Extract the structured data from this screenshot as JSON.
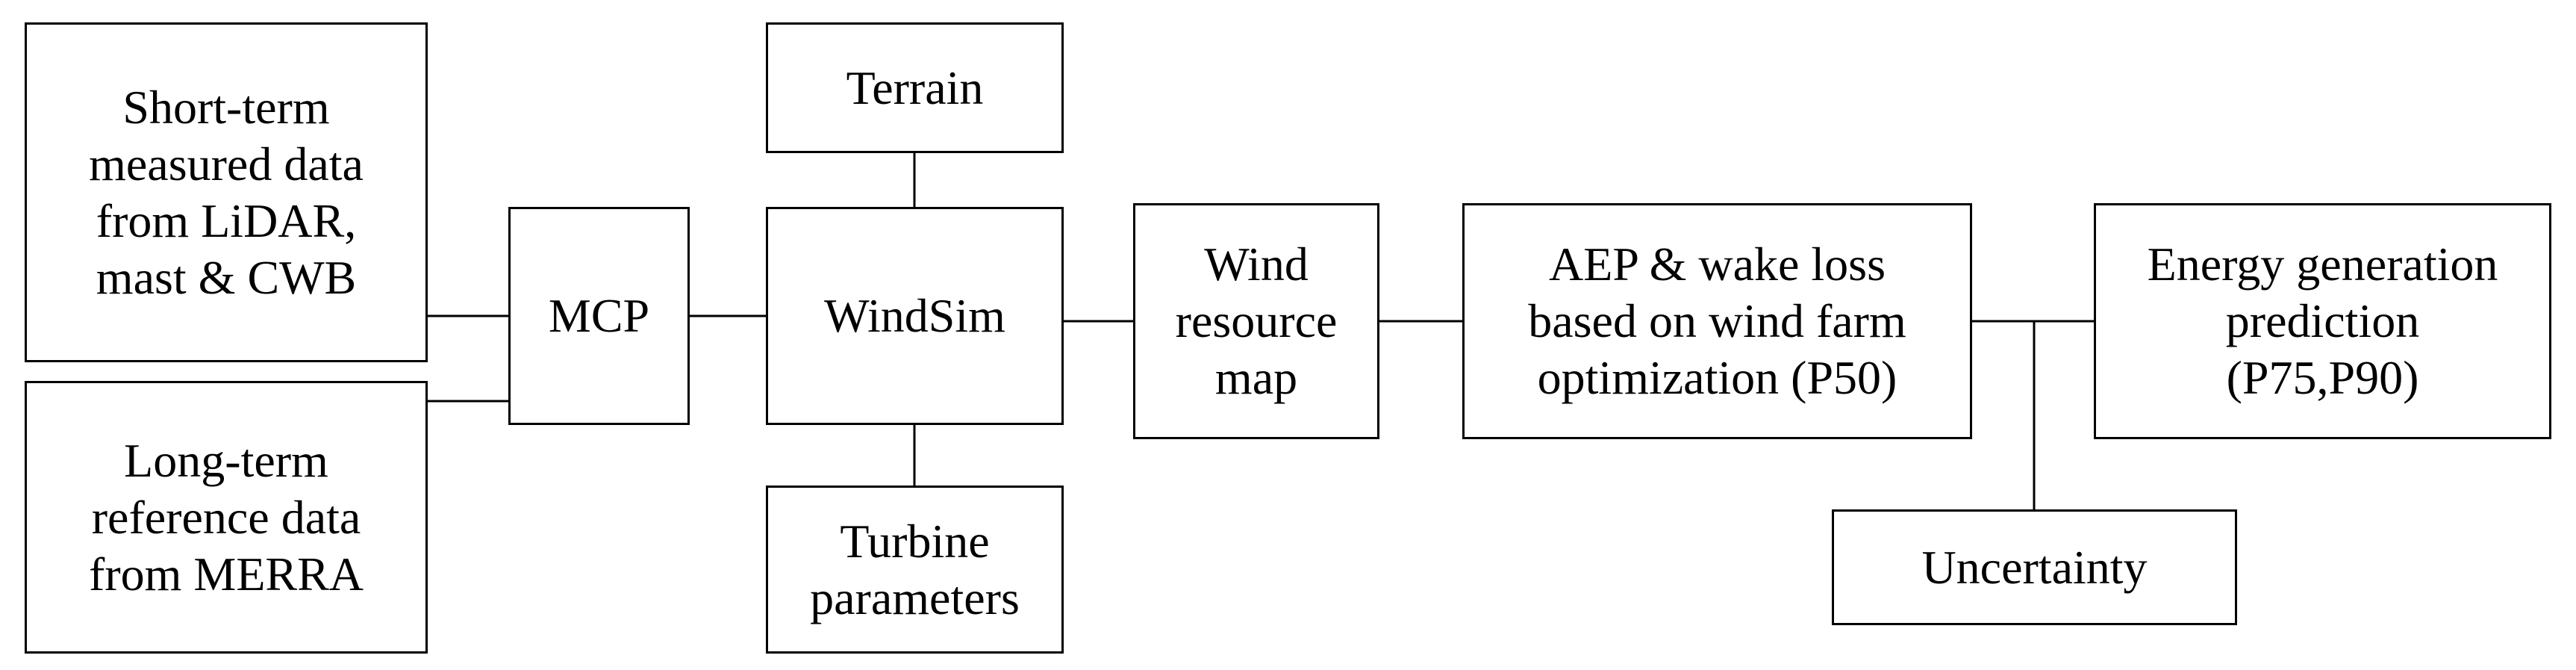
{
  "diagram": {
    "nodes": [
      {
        "id": "short-term",
        "label": "Short-term\nmeasured data\nfrom LiDAR,\nmast & CWB"
      },
      {
        "id": "long-term",
        "label": "Long-term\nreference data\nfrom MERRA"
      },
      {
        "id": "mcp",
        "label": "MCP"
      },
      {
        "id": "terrain",
        "label": "Terrain"
      },
      {
        "id": "windsim",
        "label": "WindSim"
      },
      {
        "id": "turbine",
        "label": "Turbine\nparameters"
      },
      {
        "id": "wind-map",
        "label": "Wind\nresource\nmap"
      },
      {
        "id": "aep",
        "label": "AEP & wake loss\nbased on wind farm\noptimization (P50)"
      },
      {
        "id": "uncertainty",
        "label": "Uncertainty"
      },
      {
        "id": "energy",
        "label": "Energy generation\nprediction\n(P75,P90)"
      }
    ],
    "edges": [
      {
        "from": "short-term",
        "to": "mcp"
      },
      {
        "from": "long-term",
        "to": "mcp"
      },
      {
        "from": "mcp",
        "to": "windsim"
      },
      {
        "from": "terrain",
        "to": "windsim"
      },
      {
        "from": "turbine",
        "to": "windsim"
      },
      {
        "from": "windsim",
        "to": "wind-map"
      },
      {
        "from": "wind-map",
        "to": "aep"
      },
      {
        "from": "aep",
        "to": "energy"
      },
      {
        "from": "uncertainty",
        "to": "energy"
      }
    ],
    "colors": {
      "line": "#000000",
      "box_border": "#000000",
      "background": "#ffffff",
      "text": "#000000"
    }
  }
}
